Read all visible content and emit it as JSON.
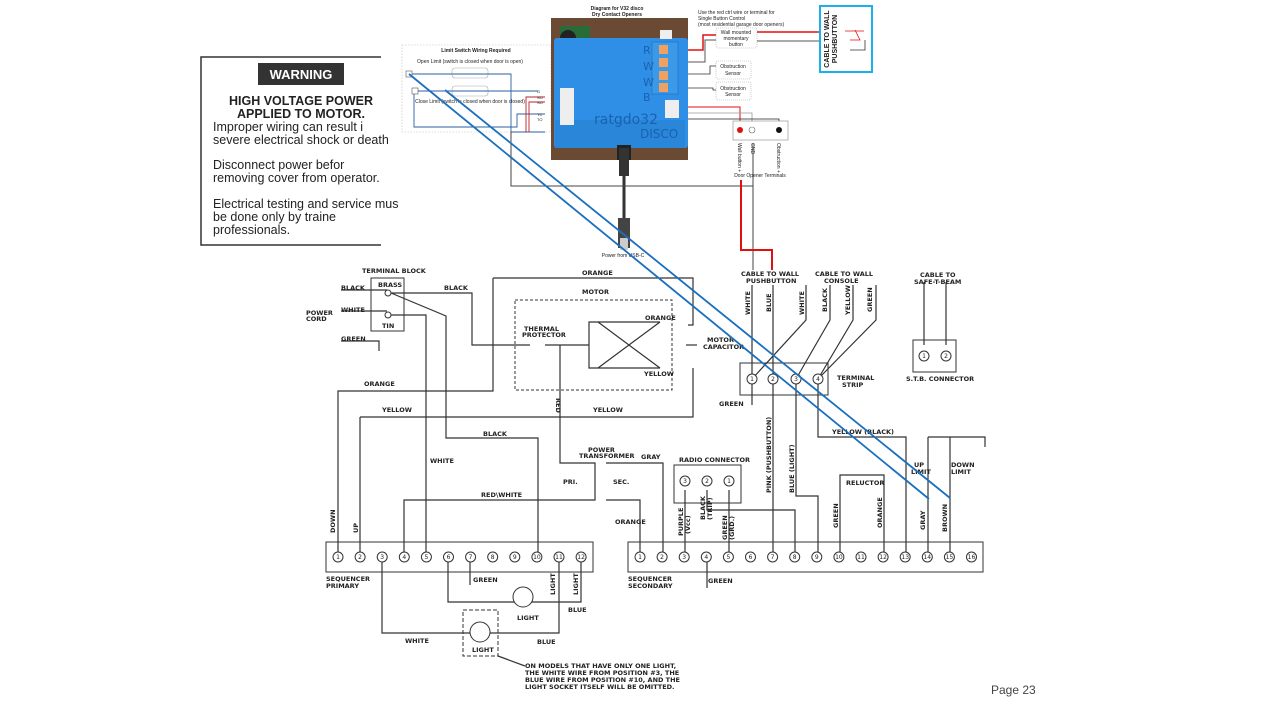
{
  "page_label": "Page 23",
  "warning": {
    "badge": "WARNING",
    "headline1": "HIGH VOLTAGE POWER",
    "headline2": "APPLIED TO  MOTOR.",
    "lines": [
      "Improper wiring can result i",
      "severe electrical shock or death",
      "Disconnect   power   befor",
      "removing cover from operator.",
      "Electrical testing and service mus",
      "be   done   only   by   traine",
      "professionals."
    ]
  },
  "ratgdo": {
    "title1": "Diagram for V32 disco",
    "title2": "Dry Contact Openers",
    "board_text1": "ratgdo32",
    "board_text2": "DISCO",
    "terminal_letters": [
      "R",
      "W",
      "W",
      "B"
    ],
    "limit_title": "Limit Switch Wiring Required",
    "open_limit": "Open Limit (switch is closed when door is open)",
    "close_limit": "Close Limit (switch is closed when door is closed)",
    "pins": [
      "G",
      "SO",
      "SO",
      "TC",
      "TO"
    ],
    "note1": "Use the red ctrl wire or terminal for",
    "note2": "Single Button Control",
    "note3": "(most residential garage door openers)",
    "wall_button": [
      "Wall mounted",
      "momentary",
      "button"
    ],
    "obstruction1": [
      "Obstruction",
      "Sensor"
    ],
    "obstruction2": [
      "Obstruction",
      "Sensor"
    ],
    "cable_pushbutton": "CABLE TO WALL PUSHBUTTON",
    "terminal_labels": [
      "Wall button +",
      "GND",
      "Obstruction +"
    ],
    "door_opener_terminals": "Door Opener Terminals",
    "power_usb": "Power from USB-C",
    "colors": {
      "board": "#2f8fe6",
      "red_wire": "#e01010",
      "cyan_box": "#1ab0ea",
      "blue_line": "#1a6fbf"
    }
  },
  "schematic": {
    "terminal_block": "TERMINAL BLOCK",
    "brass": "BRASS",
    "tin": "TIN",
    "black": "BLACK",
    "white": "WHITE",
    "green": "GREEN",
    "power_cord": [
      "POWER",
      "CORD"
    ],
    "orange": "ORANGE",
    "motor": "MOTOR",
    "thermal_protector": [
      "THERMAL",
      "PROTECTOR"
    ],
    "yellow": "YELLOW",
    "motor_capacitor": [
      "MOTOR",
      "CAPACITOR"
    ],
    "red": "RED",
    "power_transformer": [
      "POWER",
      "TRANSFORMER"
    ],
    "gray": "GRAY",
    "pri": "PRI.",
    "sec": "SEC.",
    "red_white": "RED\\WHITE",
    "radio_connector": "RADIO CONNECTOR",
    "cable_wall_pushbutton": [
      "CABLE TO WALL",
      "PUSHBUTTON"
    ],
    "cable_wall_console": [
      "CABLE TO WALL",
      "CONSOLE"
    ],
    "cable_stb": [
      "CABLE TO",
      "SAFE-T-BEAM"
    ],
    "stb_connector": "S.T.B. CONNECTOR",
    "terminal_strip": [
      "TERMINAL",
      "STRIP"
    ],
    "wall_wires": [
      "WHITE",
      "BLUE",
      "WHITE",
      "BLACK",
      "YELLOW",
      "GREEN"
    ],
    "yellow_black": "YELLOW (BLACK)",
    "pink_pushbutton": "PINK (PUSHBUTTON)",
    "blue_light": "BLUE (LIGHT)",
    "reluctor": "RELUCTOR",
    "up_limit": [
      "UP",
      "LIMIT"
    ],
    "down_limit": [
      "DOWN",
      "LIMIT"
    ],
    "brown": "BROWN",
    "purple_vcc": [
      "PURPLE",
      "(Vcc)"
    ],
    "black_trip": [
      "BLACK",
      "(TRIP)"
    ],
    "green_grd": [
      "GREEN",
      "(GRD.)"
    ],
    "down": "DOWN",
    "up": "UP",
    "seq_primary": [
      "SEQUENCER",
      "PRIMARY"
    ],
    "seq_secondary": [
      "SEQUENCER",
      "SECONDARY"
    ],
    "light": "LIGHT",
    "blue": "BLUE",
    "note": [
      "ON MODELS THAT HAVE ONLY ONE LIGHT,",
      "THE WHITE WIRE FROM POSITION #3, THE",
      "BLUE WIRE FROM POSITION #10, AND THE",
      "LIGHT SOCKET ITSELF WILL BE OMITTED."
    ],
    "primary_positions": [
      "1",
      "2",
      "3",
      "4",
      "5",
      "6",
      "7",
      "8",
      "9",
      "10",
      "11",
      "12"
    ],
    "secondary_positions": [
      "1",
      "2",
      "3",
      "4",
      "5",
      "6",
      "7",
      "8",
      "9",
      "10",
      "11",
      "12",
      "13",
      "14",
      "15",
      "16"
    ],
    "radio_positions": [
      "3",
      "2",
      "1"
    ],
    "strip_positions": [
      "1",
      "2",
      "3",
      "4"
    ],
    "stb_positions": [
      "1",
      "2"
    ]
  }
}
